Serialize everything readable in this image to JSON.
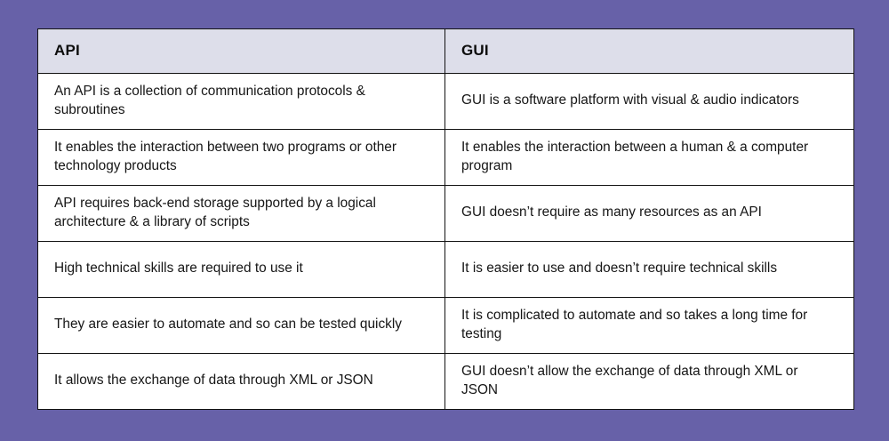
{
  "theme": {
    "background_color": "#6761a8",
    "table_background": "#ffffff",
    "header_background": "#dddeea",
    "border_color": "#121212",
    "text_color": "#161616",
    "header_text_color": "#0d0d0d"
  },
  "table": {
    "headers": [
      "API",
      "GUI"
    ],
    "rows": [
      {
        "api": "An API is a collection of communication protocols & subroutines",
        "gui": "GUI is a software platform with visual & audio indicators"
      },
      {
        "api": "It enables the interaction between two programs or other technology products",
        "gui": "It enables the interaction between a human & a computer program"
      },
      {
        "api": "API requires back-end storage supported by a logical architecture & a library of scripts",
        "gui": "GUI doesn’t require as many resources as an API"
      },
      {
        "api": "High technical skills are required to use it",
        "gui": "It is easier to use and doesn’t require technical skills"
      },
      {
        "api": "They are easier to automate and so can be tested quickly",
        "gui": "It is complicated to automate and so takes a long time for testing"
      },
      {
        "api": "It allows the exchange of data through XML or JSON",
        "gui": "GUI doesn’t allow the exchange of data through XML or JSON"
      }
    ]
  }
}
